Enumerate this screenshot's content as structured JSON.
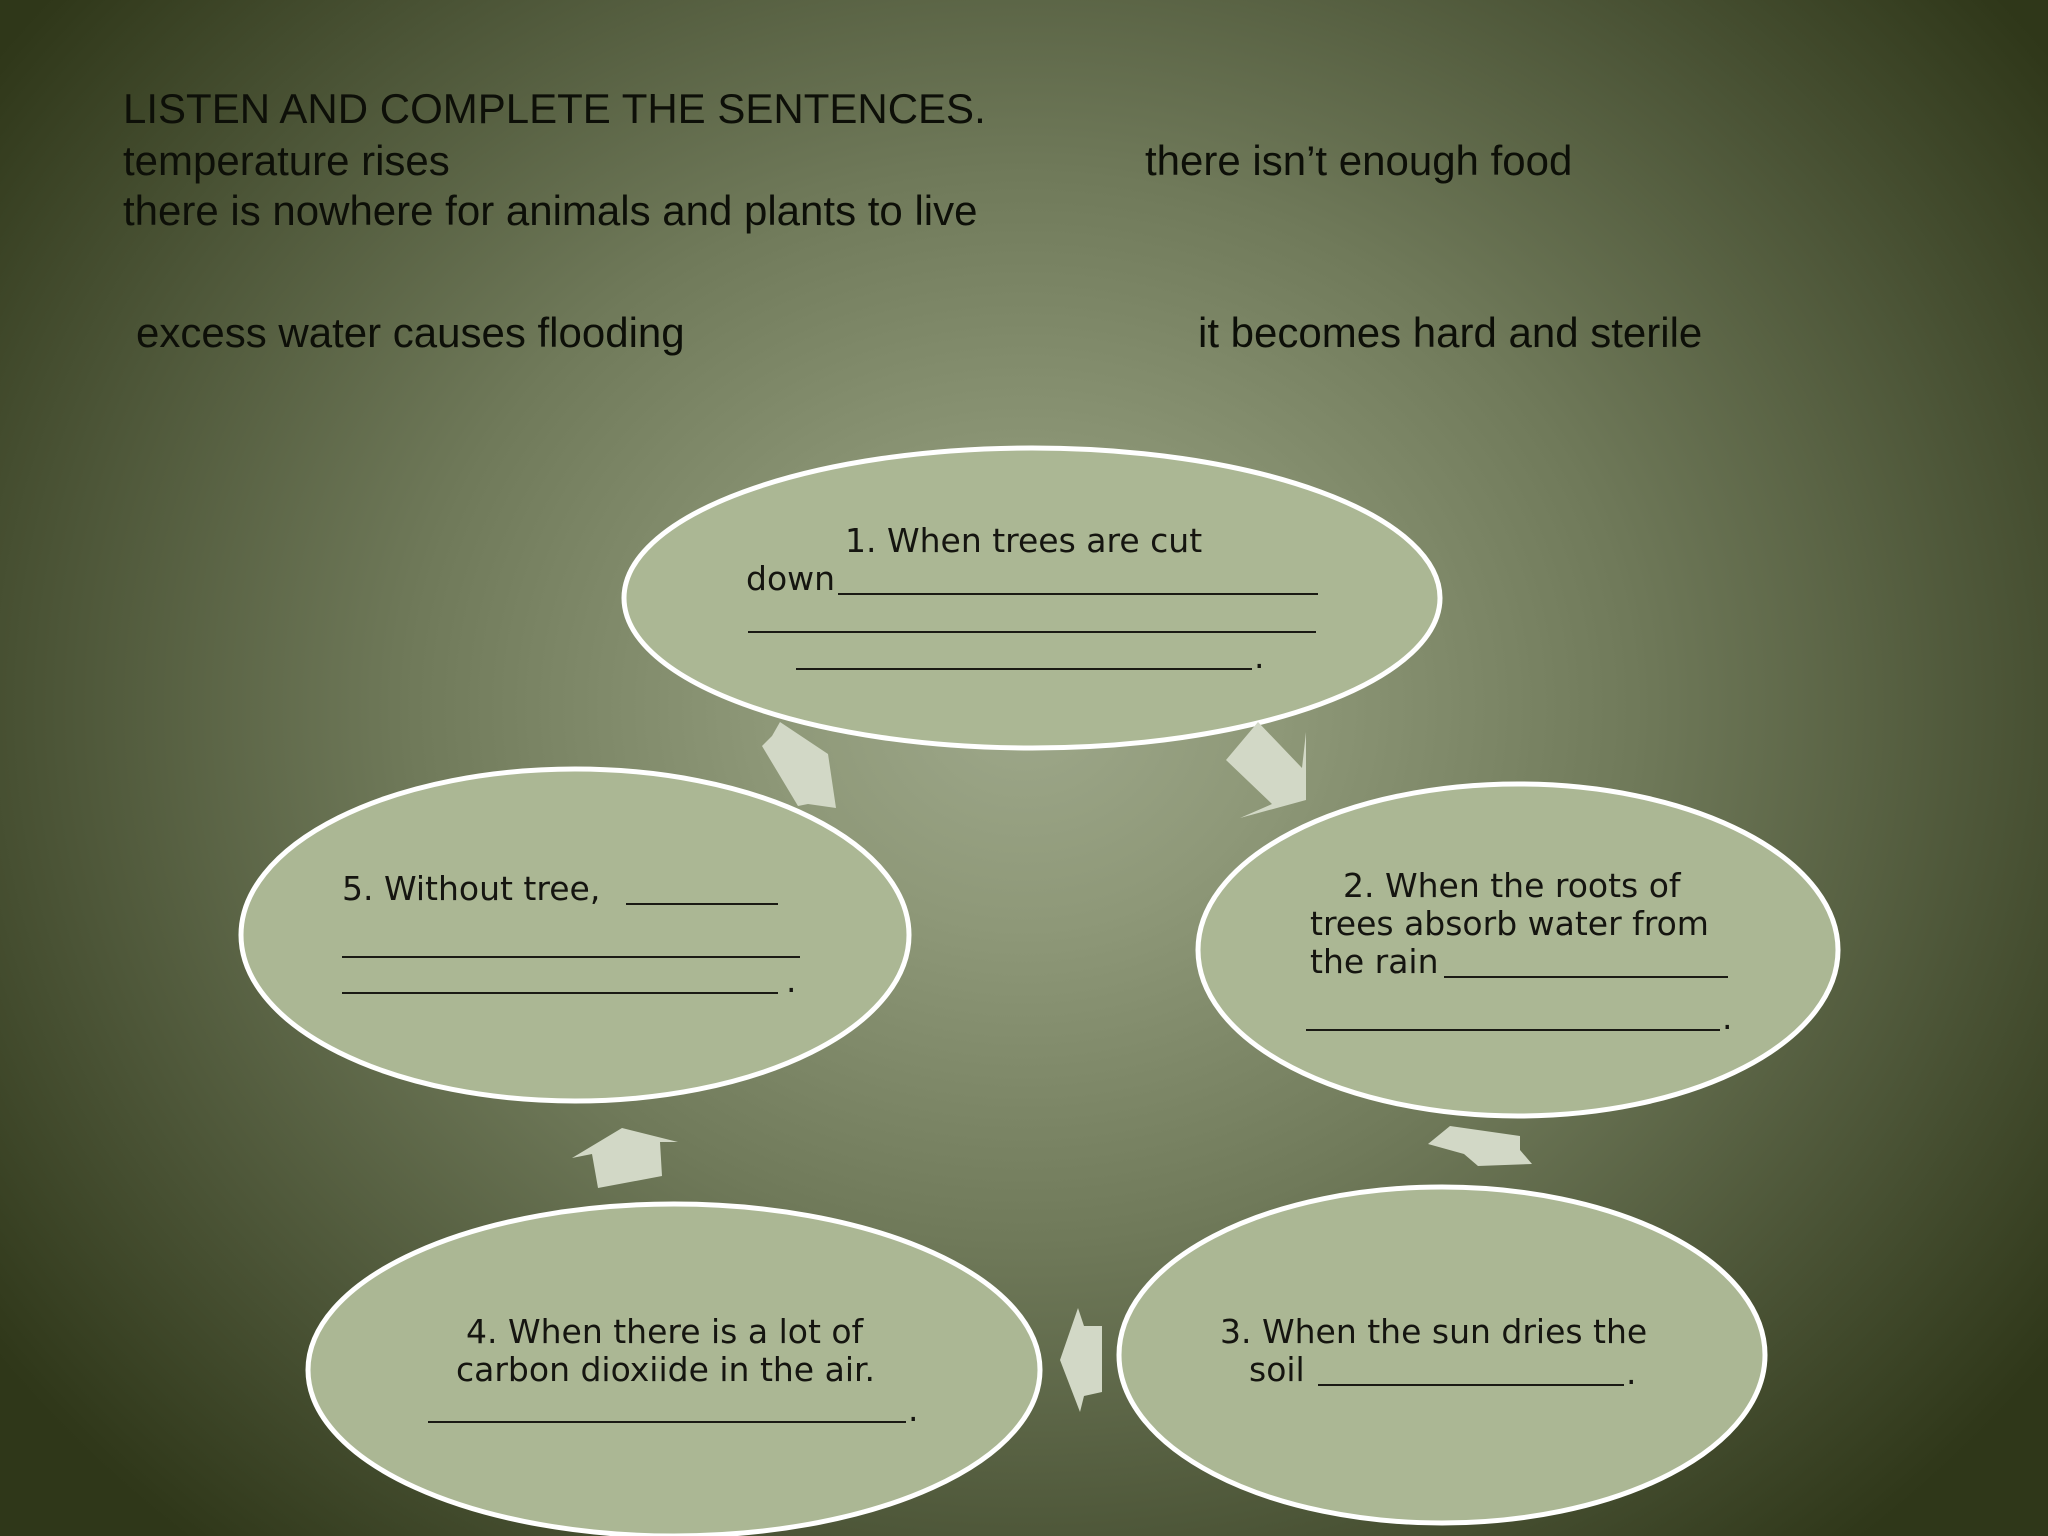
{
  "title": "LISTEN AND COMPLETE THE SENTENCES.",
  "word_bank": [
    "temperature rises",
    "there isn’t enough food",
    "there is nowhere for animals and plants to  live",
    "excess water causes flooding",
    "it becomes hard and sterile"
  ],
  "cycle": {
    "step1": {
      "line1": "1. When trees are cut",
      "line2": "down",
      "end": "."
    },
    "step2": {
      "line1": "2. When the roots of",
      "line2": "trees absorb water from",
      "line3": "the rain",
      "end": "."
    },
    "step3": {
      "line1": "3. When the sun dries the",
      "line2": "soil",
      "end": "."
    },
    "step4": {
      "line1": "4. When there is a lot of",
      "line2": "carbon dioxiide in the air.",
      "end": "."
    },
    "step5": {
      "line1": "5. Without tree,",
      "end": "."
    }
  },
  "colors": {
    "oval_fill": "#abb794",
    "oval_stroke": "#ffffff",
    "arrow_fill": "#d2d8c6",
    "text": "#151510"
  }
}
